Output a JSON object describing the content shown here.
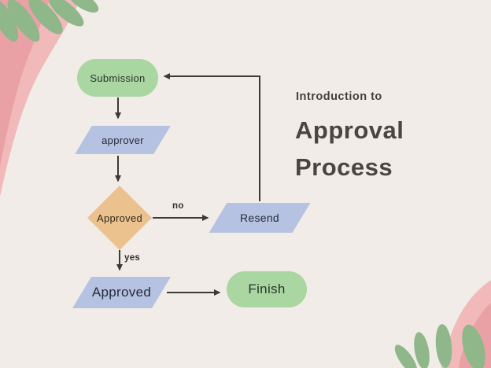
{
  "title": {
    "eyebrow": "Introduction to",
    "heading": "Approval Process"
  },
  "flowchart": {
    "nodes": {
      "submission": {
        "label": "Submission",
        "shape": "rounded-rect"
      },
      "approver": {
        "label": "approver",
        "shape": "parallelogram"
      },
      "decision": {
        "label": "Approved",
        "shape": "diamond"
      },
      "resend": {
        "label": "Resend",
        "shape": "parallelogram"
      },
      "approved": {
        "label": "Approved",
        "shape": "parallelogram"
      },
      "finish": {
        "label": "Finish",
        "shape": "rounded-rect"
      }
    },
    "edge_labels": {
      "no": "no",
      "yes": "yes"
    }
  },
  "palette": {
    "background": "#f1ece7",
    "node_green": "#a9d6a1",
    "node_blue": "#b6c2e1",
    "node_orange": "#ebc28d",
    "arrow": "#3b3a38",
    "leaf_green": "#8fb78a",
    "pink_light": "#f1b9ba",
    "pink_dark": "#e9a1a5",
    "title_text": "#4a4442"
  }
}
